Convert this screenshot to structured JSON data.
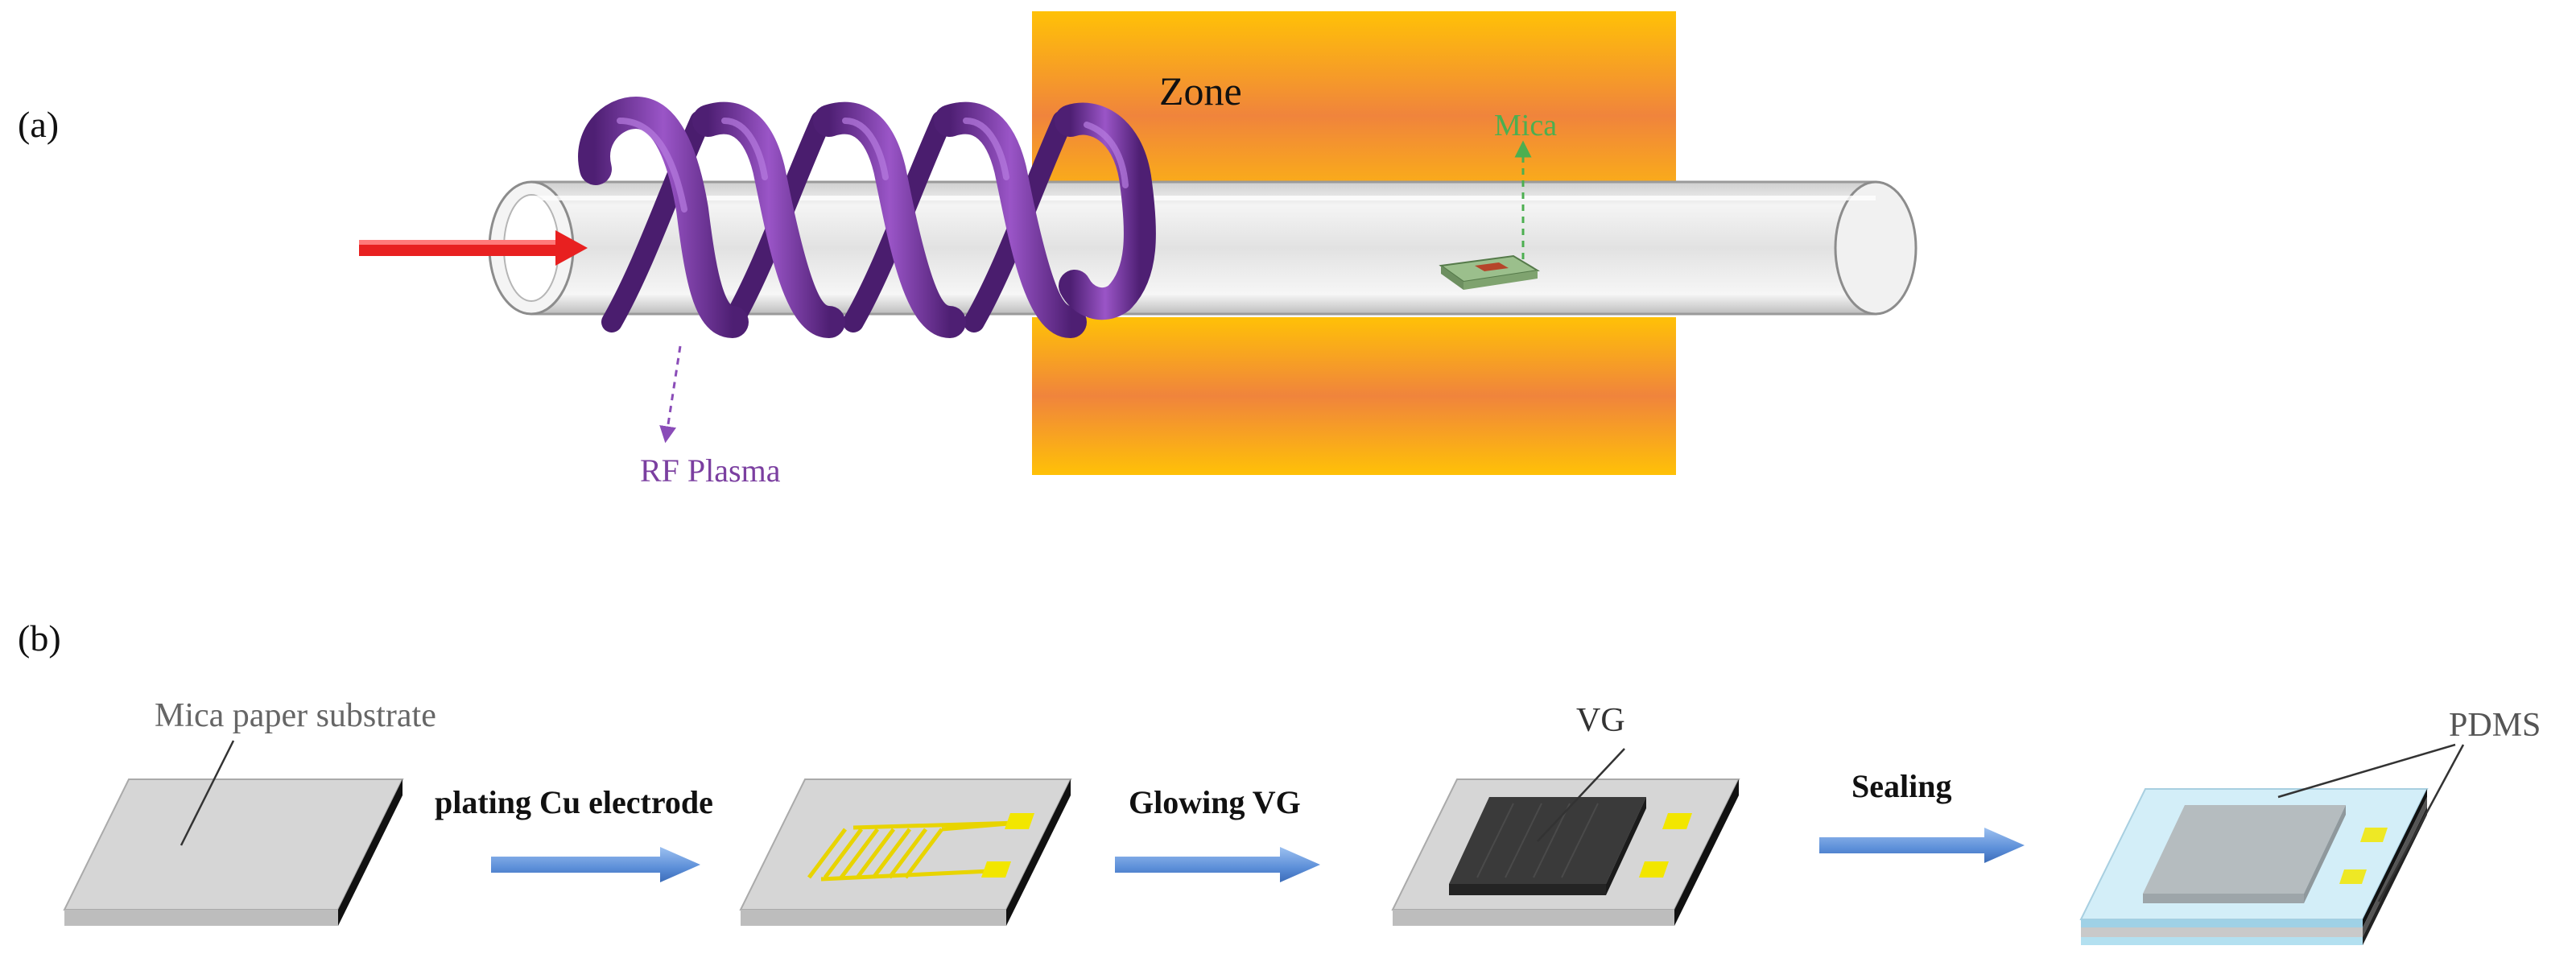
{
  "panel_a": {
    "label": "(a)",
    "zone_label": "Zone",
    "sample_label": "Mica",
    "coil_label": "RF Plasma"
  },
  "panel_b": {
    "label": "(b)",
    "substrate_label": "Mica paper substrate",
    "step1_label": "plating Cu electrode",
    "step2_label": "Glowing VG",
    "step3_label": "Sealing",
    "vg_label": "VG",
    "pdms_label": "PDMS"
  },
  "colors": {
    "coil": "#7b3fa0",
    "gas_arrow": "#e82020",
    "zone_edge": "#ffc107",
    "zone_center": "#f0843c",
    "mica_label": "#4caf50",
    "electrode": "#f2e600",
    "vg": "#333333",
    "process_arrow": "#6a9be0",
    "pdms": "#c9eaf6"
  }
}
